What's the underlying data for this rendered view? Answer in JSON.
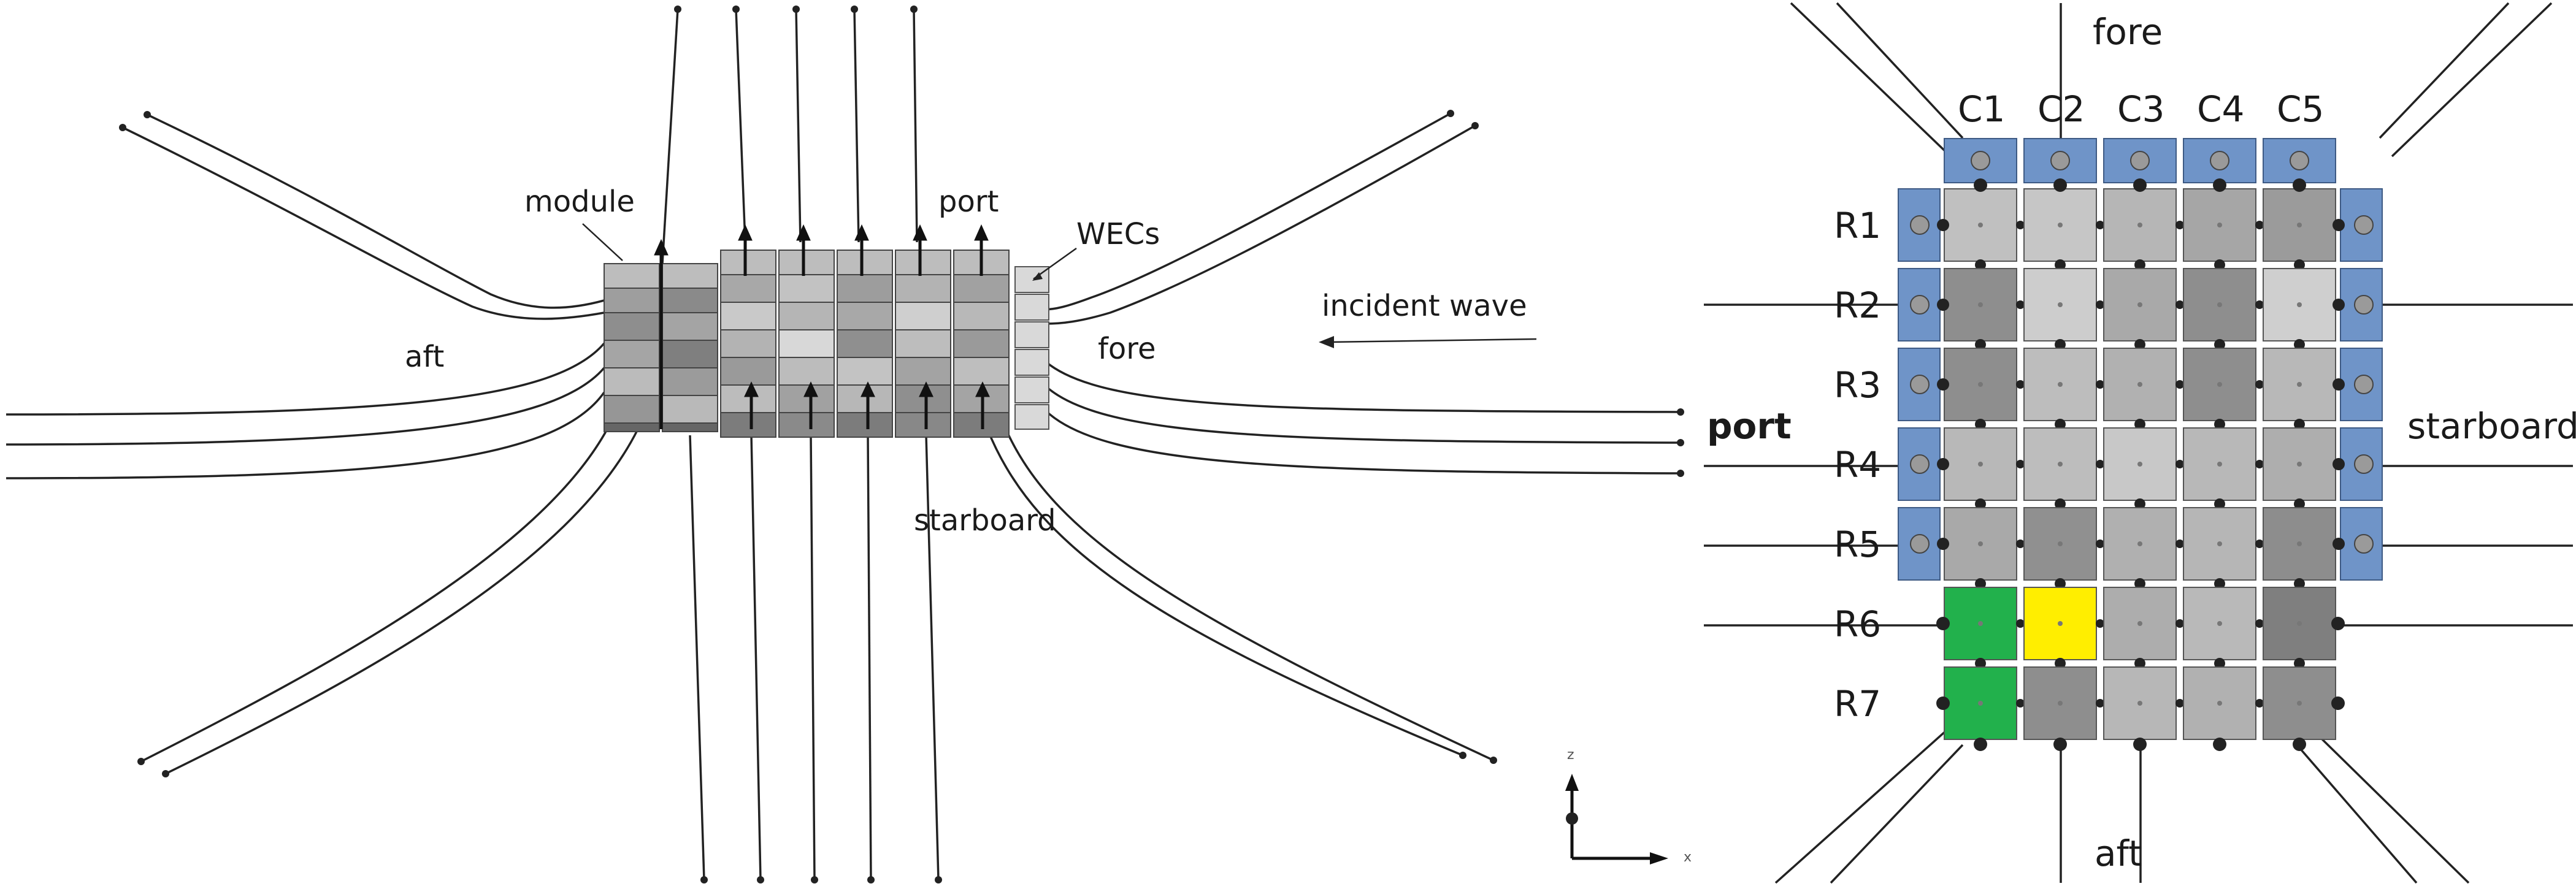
{
  "left_view": {
    "labels": {
      "module": "module",
      "port": "port",
      "wecs": "WECs",
      "incident_wave": "incident wave",
      "aft": "aft",
      "fore": "fore",
      "starboard": "starboard"
    },
    "axis": {
      "z": "z",
      "x": "x"
    }
  },
  "right_view": {
    "labels": {
      "fore": "fore",
      "aft": "aft",
      "port": "port",
      "starboard": "starboard"
    },
    "columns": [
      "C1",
      "C2",
      "C3",
      "C4",
      "C5"
    ],
    "rows": [
      "R1",
      "R2",
      "R3",
      "R4",
      "R5",
      "R6",
      "R7"
    ],
    "grid_colors": [
      [
        "#c0c0c0",
        "#c6c6c6",
        "#b6b6b6",
        "#a6a6a6",
        "#9b9b9b"
      ],
      [
        "#8e8e8e",
        "#cdcdcd",
        "#a9a9a9",
        "#8e8e8e",
        "#cfcfcf"
      ],
      [
        "#8e8e8e",
        "#bdbdbd",
        "#b1b1b1",
        "#8e8e8e",
        "#b8b8b8"
      ],
      [
        "#b8b8b8",
        "#bdbdbd",
        "#c8c8c8",
        "#b8b8b8",
        "#aeaeae"
      ],
      [
        "#a9a9a9",
        "#909090",
        "#b0b0b0",
        "#b6b6b6",
        "#8d8d8d"
      ],
      [
        "#22b14c",
        "#ffee00",
        "#adadad",
        "#b9b9b9",
        "#7f7f7f"
      ],
      [
        "#22b14c",
        "#8e8e8e",
        "#b7b7b7",
        "#b1b1b1",
        "#8e8e8e"
      ]
    ],
    "wec_color": "#6f94c8"
  }
}
